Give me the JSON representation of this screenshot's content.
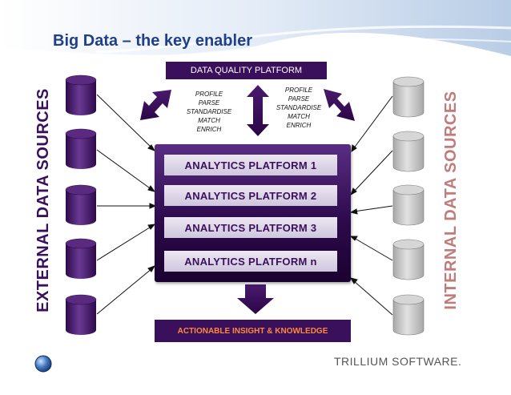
{
  "title": "Big Data – the key enabler",
  "data_quality_platform": "DATA QUALITY PLATFORM",
  "process_steps_left": [
    "PROFILE",
    "PARSE",
    "STANDARDISE",
    "MATCH",
    "ENRICH"
  ],
  "process_steps_right": [
    "PROFILE",
    "PARSE",
    "STANDARDISE",
    "MATCH",
    "ENRICH"
  ],
  "analytics_platforms": [
    "ANALYTICS PLATFORM 1",
    "ANALYTICS PLATFORM 2",
    "ANALYTICS PLATFORM 3",
    "ANALYTICS PLATFORM n"
  ],
  "actionable_insight": "ACTIONABLE INSIGHT & KNOWLEDGE",
  "external_label": "EXTERNAL DATA SOURCES",
  "internal_label": "INTERNAL DATA SOURCES",
  "brand": "TRILLIUM SOFTWARE.",
  "colors": {
    "title": "#1f3f8c",
    "purple_dark": "#3a0f5c",
    "external_cylinder": "#4a1a6e",
    "internal_cylinder": "#c8c8c8",
    "insight_text": "#ff8a3d",
    "internal_label": "#c07b7b"
  }
}
